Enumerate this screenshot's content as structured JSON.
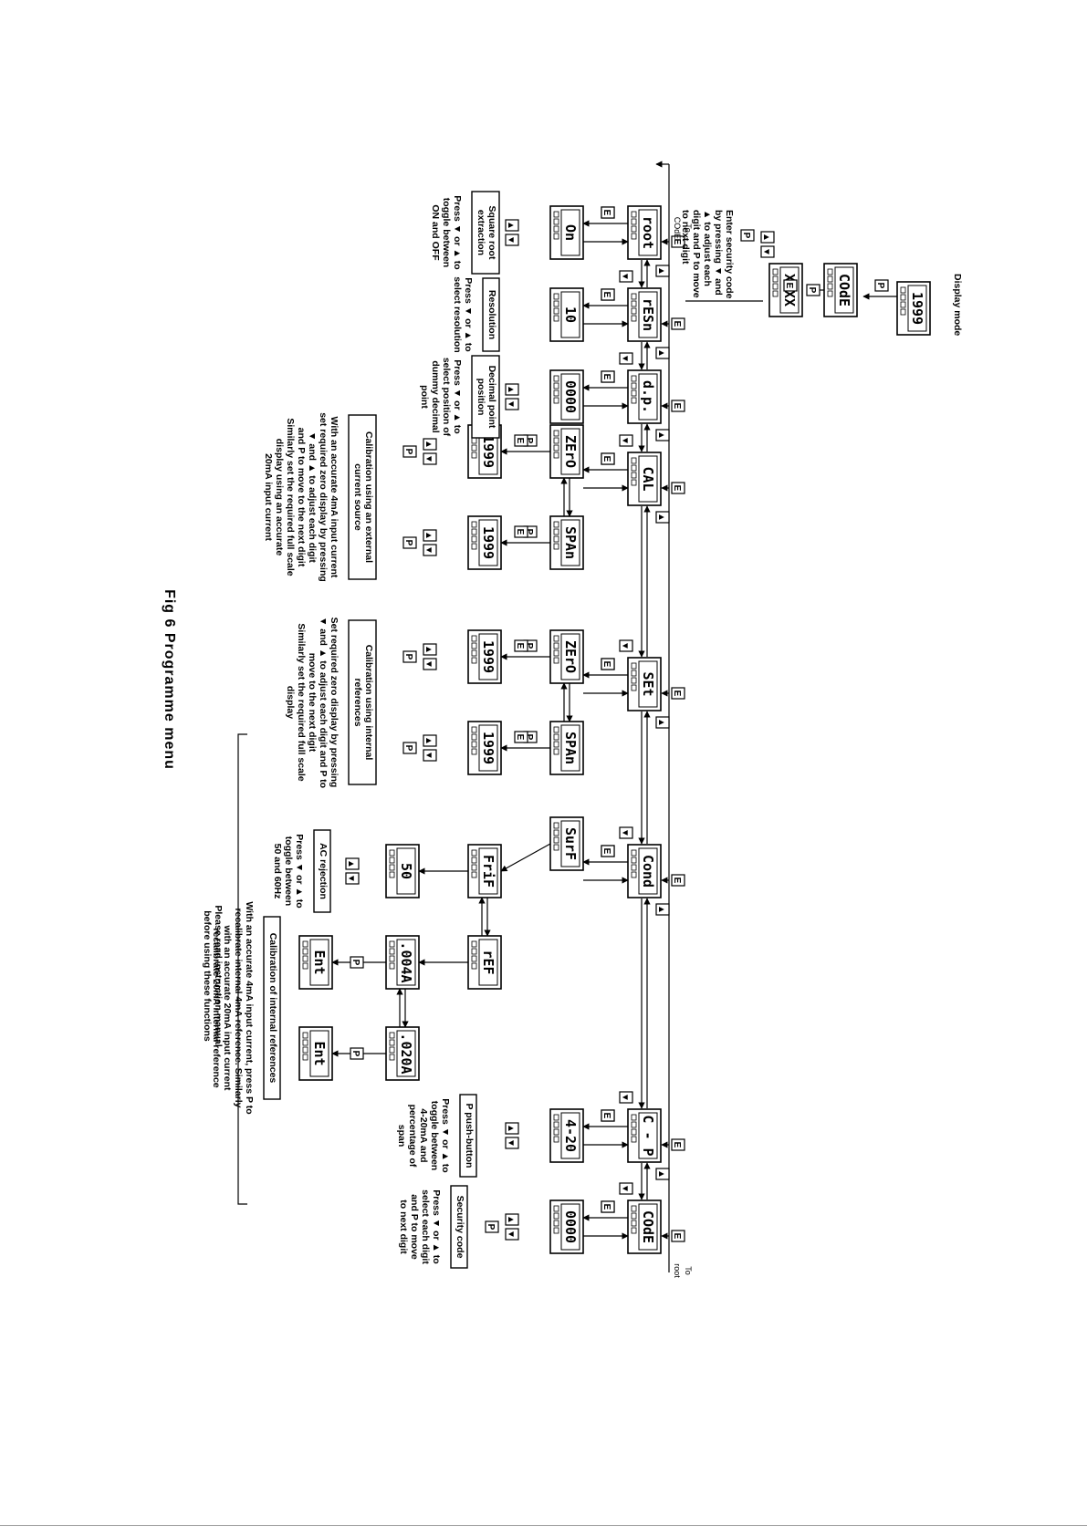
{
  "figure": {
    "title": "Fig 6  Programme menu",
    "note": [
      "Please read instruction manual",
      "before using these functions"
    ]
  },
  "top": {
    "display_mode": "Display mode",
    "display_value": "1999",
    "code_display": "COdE",
    "entry_display": "XXXX",
    "security_note": [
      "Enter security code",
      "by pressing ▼ and",
      "▲ to adjust each",
      "digit and P to move",
      "to next digit"
    ]
  },
  "labels": {
    "to_code": [
      "To",
      "COdE"
    ],
    "to_root": [
      "To",
      "root"
    ]
  },
  "keys": {
    "P": "P",
    "E": "E",
    "down": "▼",
    "up": "▲"
  },
  "menu": [
    {
      "display": "root"
    },
    {
      "display": "rESn"
    },
    {
      "display": "d.p."
    },
    {
      "display": "CAL"
    },
    {
      "display": "SEt"
    },
    {
      "display": "Cond"
    },
    {
      "display": "C - P"
    },
    {
      "display": "COdE"
    }
  ],
  "sub": {
    "root_value": "On",
    "resn_value": "10",
    "dp_value": "0000",
    "cal_zero": "ZErO",
    "cal_zero_value": "1999",
    "cal_span": "SPAn",
    "cal_span_value": "1999",
    "set_zero": "ZErO",
    "set_zero_value": "1999",
    "set_span": "SPAn",
    "set_span_value": "1999",
    "surf": "SurF",
    "frif": "FriF",
    "frif_value": "50",
    "ref": "rEF",
    "ref_4": ".004A",
    "ref_20": ".020A",
    "ent1": "Ent",
    "ent2": "Ent",
    "cp_value": "4-20",
    "code_value": "0000"
  },
  "notes": {
    "root_title": [
      "Square root",
      "extraction"
    ],
    "root_text": [
      "Press ▼ or ▲ to",
      "toggle between",
      "ON and OFF"
    ],
    "resn_title": [
      "Resolution"
    ],
    "resn_text": [
      "Press ▼ or ▲ to",
      "select resolution"
    ],
    "dp_title": [
      "Decimal point",
      "position"
    ],
    "dp_text": [
      "Press ▼ or ▲ to",
      "select position of",
      "dummy decimal",
      "point"
    ],
    "cal_title": [
      "Calibration using an external",
      "current source"
    ],
    "cal_text": [
      "With an accurate 4mA input current",
      "set required zero display by pressing",
      "▼ and ▲ to adjust each digit",
      "and P to move to the next digit",
      "Similarly set the required full scale",
      "display using an accurate",
      "20mA input current"
    ],
    "set_title": [
      "Calibration using internal",
      "references"
    ],
    "set_text": [
      "Set required zero display by pressing",
      "▼ and ▲ to adjust each digit and P to",
      "move to the next digit",
      "Similarly set the required full scale",
      "display"
    ],
    "ac_title": [
      "AC rejection"
    ],
    "ac_text": [
      "Press ▼ or ▲ to",
      "toggle between",
      "50 and 60Hz"
    ],
    "ref_title": [
      "Calibration of internal references"
    ],
    "ref_text": [
      "With an accurate 4mA input current, press P to",
      "recalibrate internal 4mA reference. Similarly",
      "with an accurate 20mA input current",
      "recalibrate 20mA internal reference"
    ],
    "cp_title": [
      "P push-button"
    ],
    "cp_text": [
      "Press ▼ or ▲ to",
      "toggle between",
      "4-20mA and",
      "percentage of",
      "span"
    ],
    "code_title": [
      "Security code"
    ],
    "code_text": [
      "Press ▼ or ▲ to",
      "select each digit",
      "and P to move",
      "to next digit"
    ]
  }
}
